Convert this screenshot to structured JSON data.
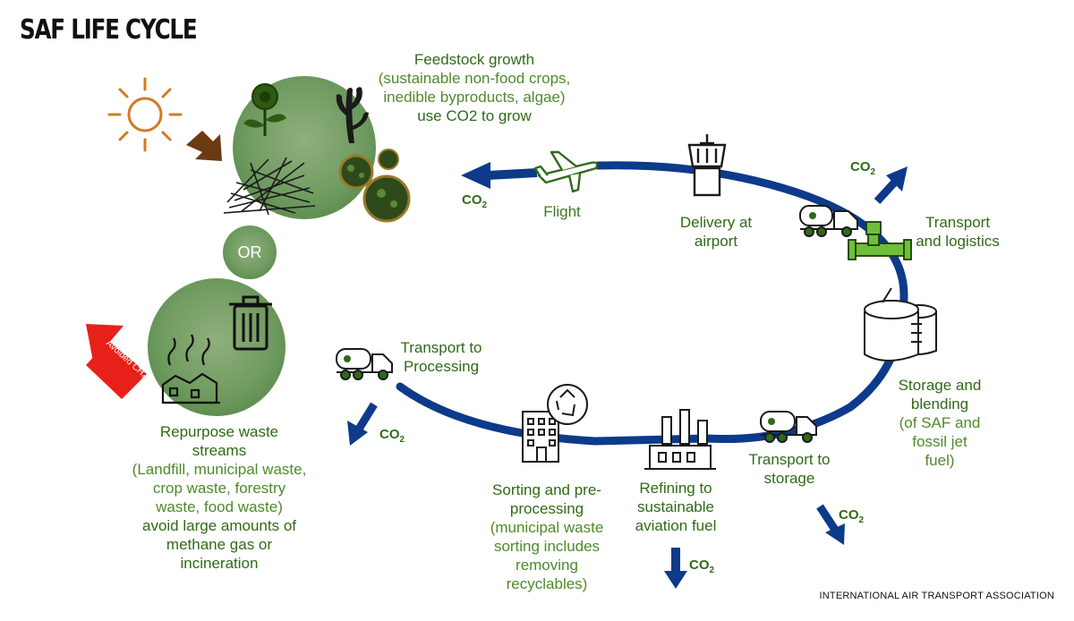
{
  "title": "SAF LIFE CYCLE",
  "source": "INTERNATIONAL AIR TRANSPORT ASSOCIATION",
  "or_label": "OR",
  "avoided_label": "Avoided CH₄",
  "co2": {
    "base": "CO",
    "sub": "2"
  },
  "colors": {
    "cycle_blue": "#0d3a8a",
    "green_text": "#3f7a1f",
    "circle_green": "#6e9a5f",
    "arrow_red": "#e8201a",
    "sun_orange": "#d27a22",
    "brown_arrow": "#6b3a12"
  },
  "nodes": {
    "feedstock": {
      "title": "Feedstock growth",
      "detail1": "(sustainable non-food crops,",
      "detail2": "inedible byproducts, algae)",
      "note": "use CO2 to grow"
    },
    "flight": {
      "title": "Flight"
    },
    "delivery": {
      "line1": "Delivery at",
      "line2": "airport"
    },
    "transport_logistics": {
      "line1": "Transport",
      "line2": "and logistics"
    },
    "storage_blending": {
      "line1": "Storage and",
      "line2": "blending",
      "detail1": "(of SAF and",
      "detail2": "fossil jet",
      "detail3": "fuel)"
    },
    "transport_storage": {
      "line1": "Transport to",
      "line2": "storage"
    },
    "refining": {
      "line1": "Refining to",
      "line2": "sustainable",
      "line3": "aviation fuel"
    },
    "sorting": {
      "line1": "Sorting and pre-",
      "line2": "processing",
      "detail1": "(municipal waste",
      "detail2": "sorting includes",
      "detail3": "removing",
      "detail4": "recyclables)"
    },
    "transport_processing": {
      "line1": "Transport to",
      "line2": "Processing"
    },
    "waste": {
      "line1": "Repurpose waste",
      "line2": "streams",
      "detail1": "(Landfill, municipal waste,",
      "detail2": "crop waste, forestry",
      "detail3": "waste, food waste)",
      "note1": "avoid large amounts of",
      "note2": "methane gas or",
      "note3": "incineration"
    }
  },
  "icons": [
    "sun-icon",
    "sunflower-icon",
    "seaweed-icon",
    "algae-icon",
    "biomass-pile-icon",
    "trash-can-icon",
    "landfill-icon",
    "airplane-icon",
    "control-tower-icon",
    "tanker-truck-icon",
    "pipeline-icon",
    "storage-tank-icon",
    "refinery-icon",
    "recycling-building-icon"
  ]
}
